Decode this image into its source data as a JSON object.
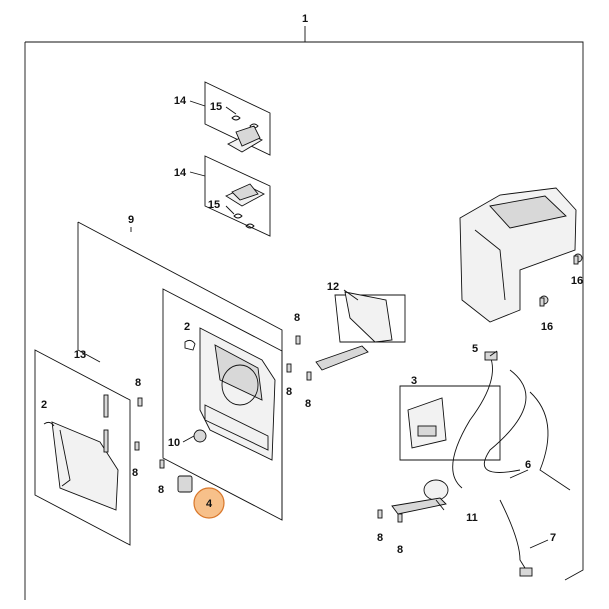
{
  "diagram": {
    "callouts": {
      "c1": "1",
      "c2a": "2",
      "c2b": "2",
      "c3": "3",
      "c4": "4",
      "c5": "5",
      "c6": "6",
      "c7": "7",
      "c8a": "8",
      "c8b": "8",
      "c8c": "8",
      "c8d": "8",
      "c8e": "8",
      "c8f": "8",
      "c8g": "8",
      "c8h": "8",
      "c9": "9",
      "c10": "10",
      "c11": "11",
      "c12": "12",
      "c13": "13",
      "c14a": "14",
      "c14b": "14",
      "c15a": "15",
      "c15b": "15",
      "c16a": "16",
      "c16b": "16"
    },
    "highlighted_callout": "4",
    "highlight_color": "#f7c08a"
  }
}
